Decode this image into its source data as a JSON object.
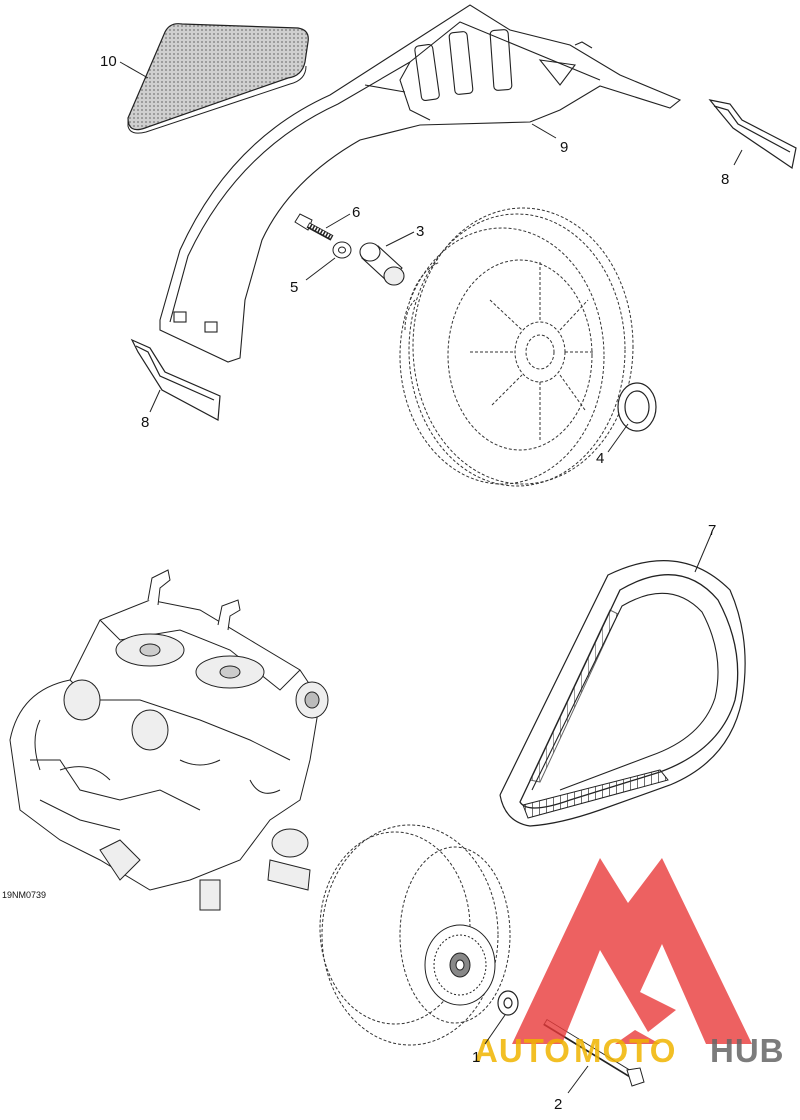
{
  "diagram": {
    "drawing_code": "19NM0739",
    "callouts": {
      "n1": "1",
      "n2": "2",
      "n3": "3",
      "n4": "4",
      "n5": "5",
      "n6": "6",
      "n7": "7",
      "n8a": "8",
      "n8b": "8",
      "n9": "9",
      "n10": "10"
    }
  },
  "watermark": {
    "word_auto": "AUTO",
    "word_moto": "MOTO",
    "word_hub": "HUB",
    "colors": {
      "triangle": "#e83a3a",
      "auto": "#f0b400",
      "moto": "#f0b400",
      "hub": "#666666"
    }
  }
}
